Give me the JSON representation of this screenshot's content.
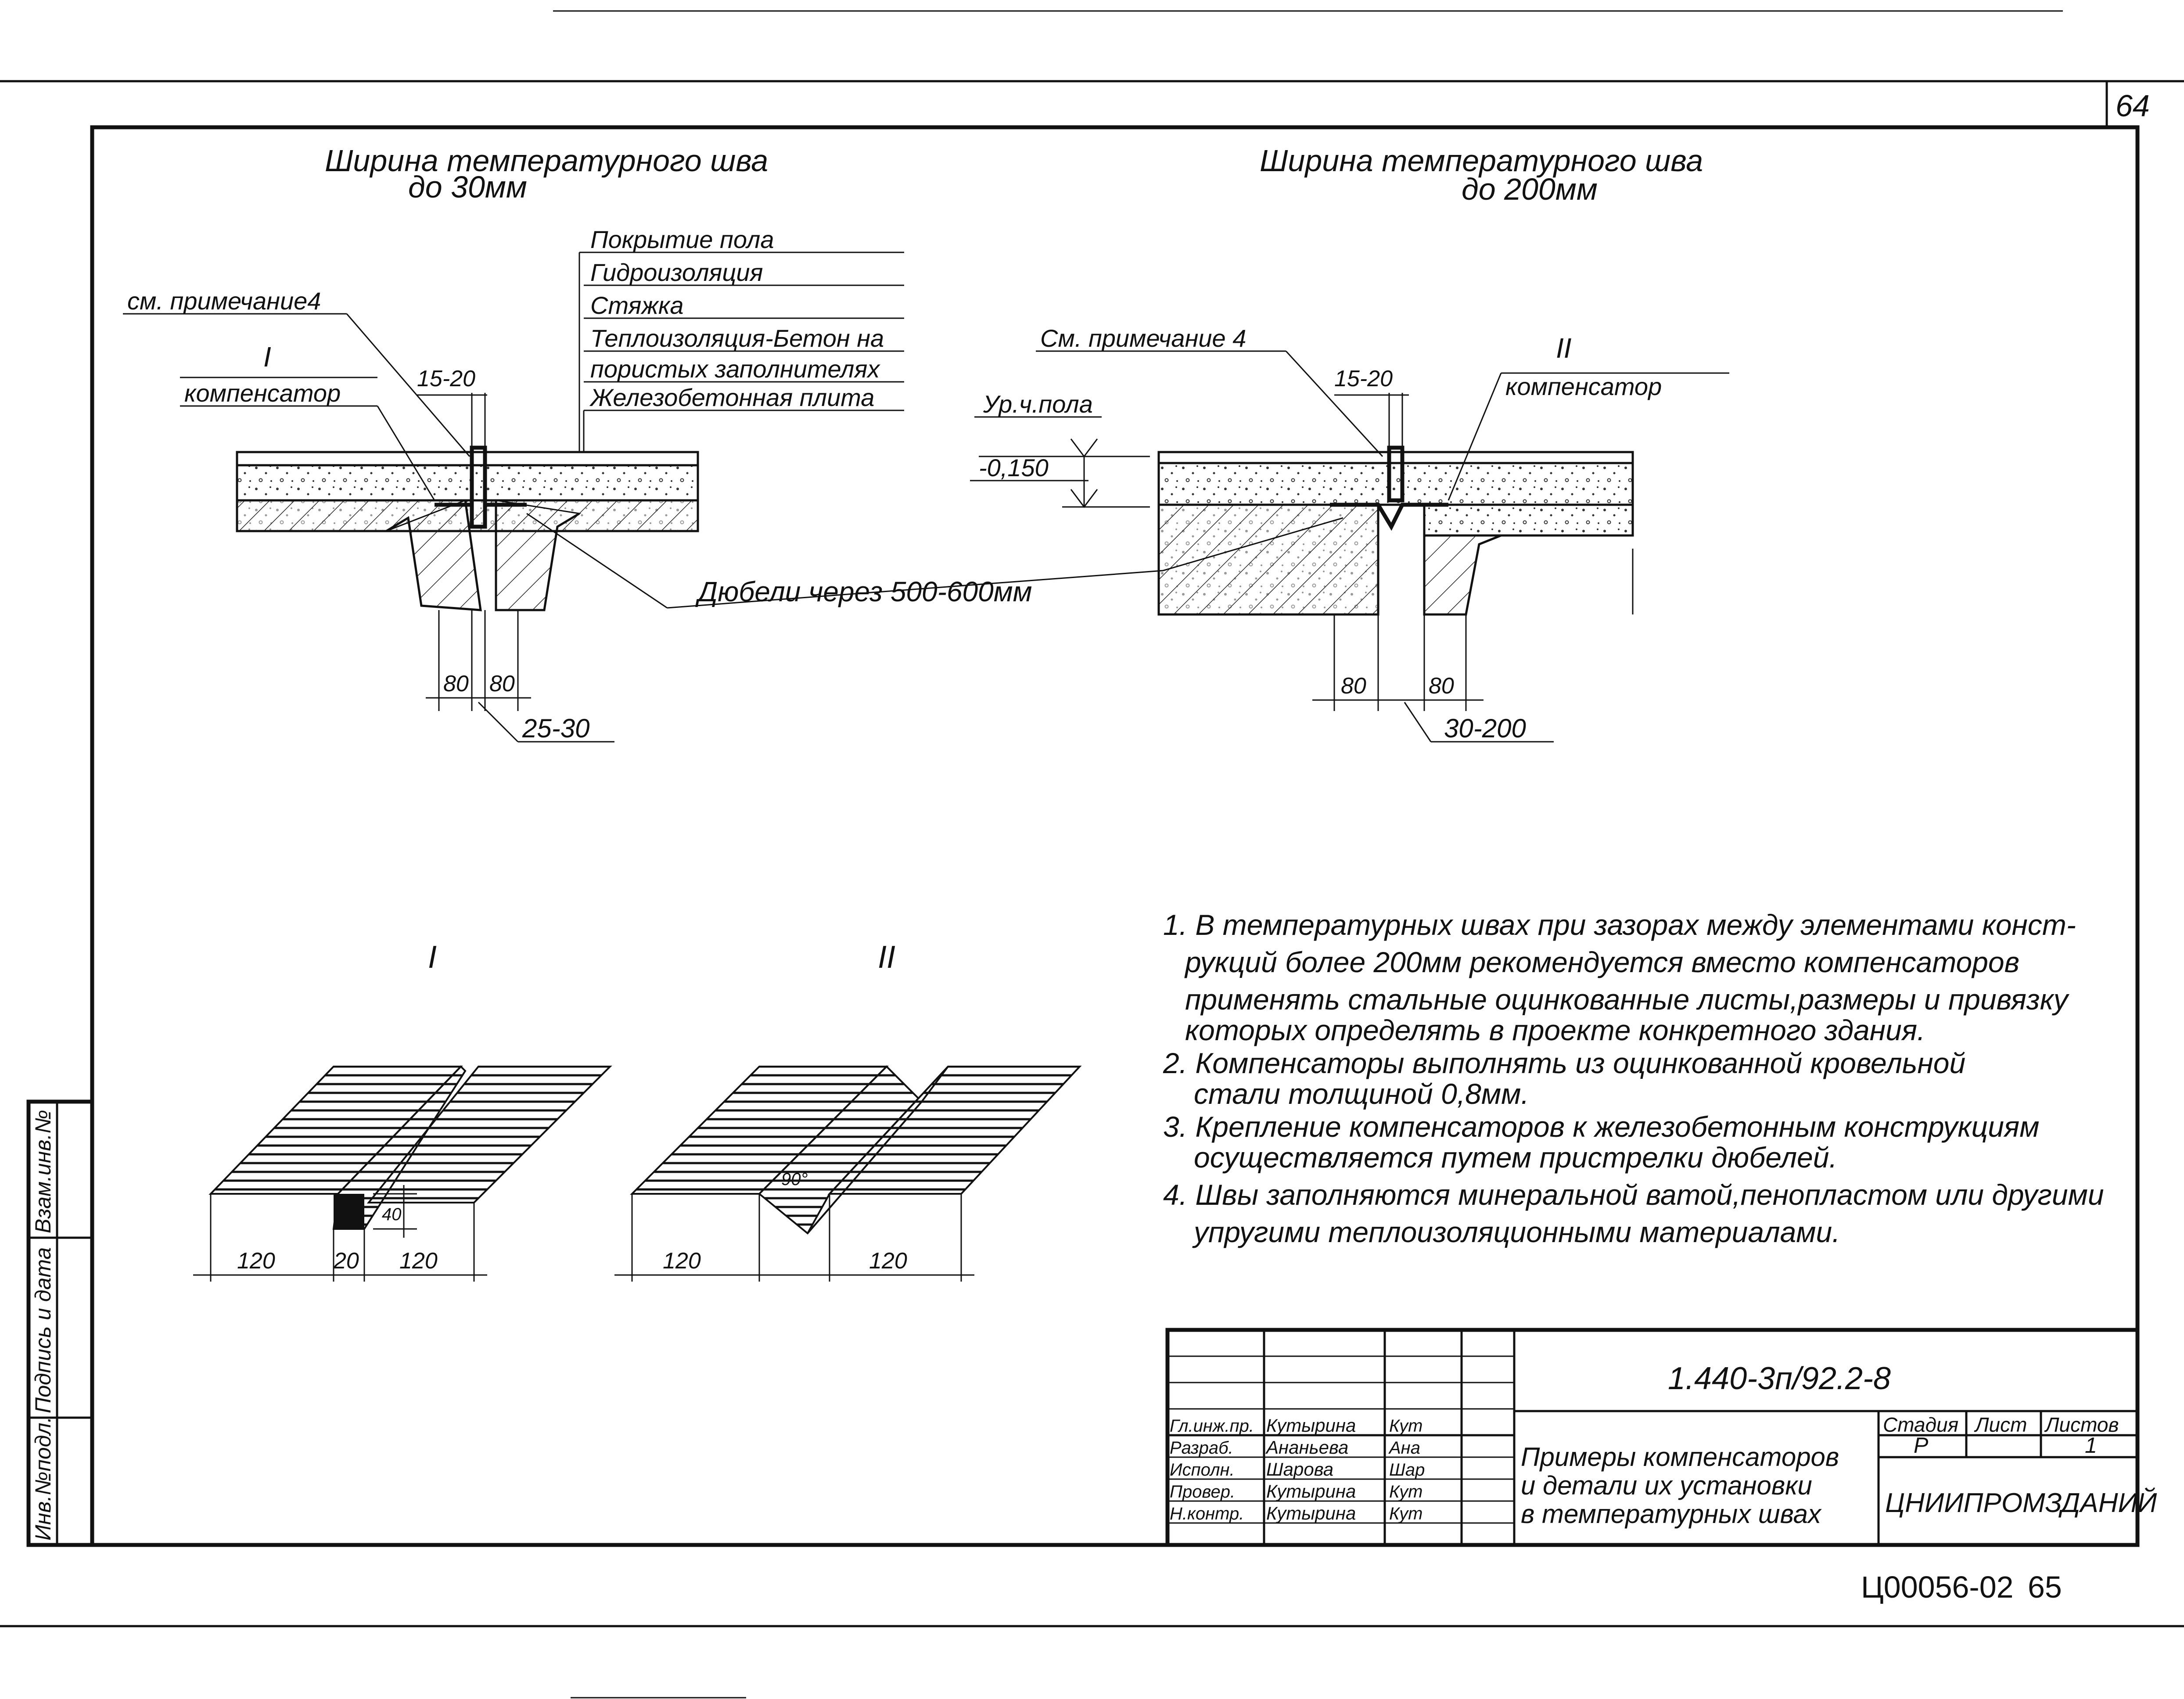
{
  "sheet_number": "64",
  "archive_code": "Ц00056-02",
  "archive_page": "65",
  "left_detail": {
    "title_line1": "Ширина температурного шва",
    "title_line2": "до 30мм",
    "note_ref": "см. примечание4",
    "mark": "I",
    "mark_label": "компенсатор",
    "gap_top": "15-20",
    "dim_left": "80",
    "dim_right": "80",
    "dim_gap": "25-30",
    "dowels": "Дюбели через 500-600мм",
    "layers": [
      "Покрытие пола",
      "Гидроизоляция",
      "Стяжка",
      "Теплоизоляция-Бетон на",
      "пористых заполнителях",
      "Железобетонная плита"
    ]
  },
  "right_detail": {
    "title_line1": "Ширина температурного шва",
    "title_line2": "до 200мм",
    "note_ref": "См. примечание 4",
    "mark": "II",
    "mark_label": "компенсатор",
    "gap_top": "15-20",
    "floor_level": "Ур.ч.пола",
    "level_value": "-0,150",
    "dim_left": "80",
    "dim_right": "80",
    "dim_gap": "30-200"
  },
  "iso_I": {
    "label": "I",
    "dim_left": "120",
    "dim_mid": "20",
    "dim_right": "120",
    "height": "40"
  },
  "iso_II": {
    "label": "II",
    "dim_left": "120",
    "dim_right": "120",
    "angle": "90°"
  },
  "notes": [
    "1. В температурных швах при зазорах между элементами конст-",
    "рукций более 200мм рекомендуется вместо компенсаторов",
    "применять стальные оцинкованные листы,размеры и привязку",
    "которых определять в проекте конкретного здания.",
    "2. Компенсаторы выполнять из оцинкованной кровельной",
    "стали толщиной 0,8мм.",
    "3. Крепление компенсаторов к железобетонным конструкциям",
    "осуществляется путем пристрелки дюбелей.",
    "4. Швы заполняются минеральной ватой,пенопластом или другими",
    "упругими теплоизоляционными материалами."
  ],
  "side_stamp": [
    "Инв.№подл.",
    "Подпись и дата",
    "Взам.инв.№"
  ],
  "title_block": {
    "code": "1.440-3п/92.2-8",
    "title_lines": [
      "Примеры компенсаторов",
      "и детали их установки",
      "в температурных швах"
    ],
    "stage_header": "Стадия",
    "sheet_header": "Лист",
    "sheets_header": "Листов",
    "stage": "Р",
    "sheet": "",
    "sheets": "1",
    "org": "ЦНИИПРОМЗДАНИЙ",
    "rows": [
      {
        "role": "Гл.инж.пр.",
        "name": "Кутырина",
        "sign": "Кут"
      },
      {
        "role": "Разраб.",
        "name": "Ананьева",
        "sign": "Ана"
      },
      {
        "role": "Исполн.",
        "name": "Шарова",
        "sign": "Шар"
      },
      {
        "role": "Провер.",
        "name": "Кутырина",
        "sign": "Кут"
      },
      {
        "role": "Н.контр.",
        "name": "Кутырина",
        "sign": "Кут"
      }
    ]
  }
}
